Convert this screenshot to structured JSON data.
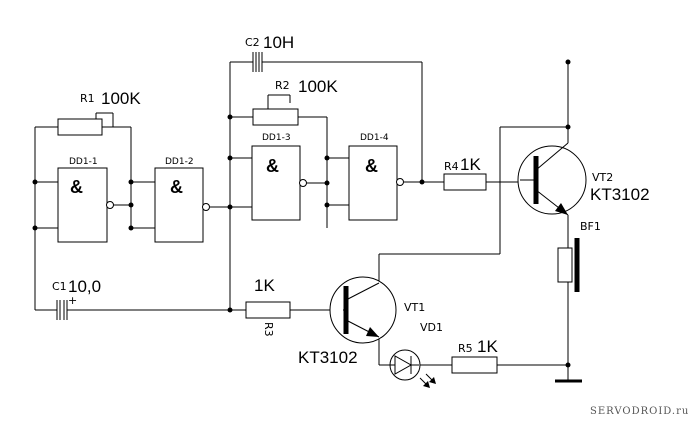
{
  "gates": {
    "dd1_1": "DD1-1",
    "dd1_2": "DD1-2",
    "dd1_3": "DD1-3",
    "dd1_4": "DD1-4",
    "symbol": "&"
  },
  "r1": {
    "ref": "R1",
    "value": "100K"
  },
  "r2": {
    "ref": "R2",
    "value": "100K"
  },
  "r3": {
    "ref": "R3",
    "value": "1K"
  },
  "r4": {
    "ref": "R4",
    "value": "1K"
  },
  "r5": {
    "ref": "R5",
    "value": "1K"
  },
  "c1": {
    "ref": "C1",
    "value": "10,0",
    "polarity": "+"
  },
  "c2": {
    "ref": "C2",
    "value": "10H"
  },
  "vt1": {
    "ref": "VT1",
    "type": "KT3102"
  },
  "vt2": {
    "ref": "VT2",
    "type": "KT3102"
  },
  "vd1": {
    "ref": "VD1"
  },
  "bf1": {
    "ref": "BF1"
  },
  "watermark": "SERVODROID.ru"
}
